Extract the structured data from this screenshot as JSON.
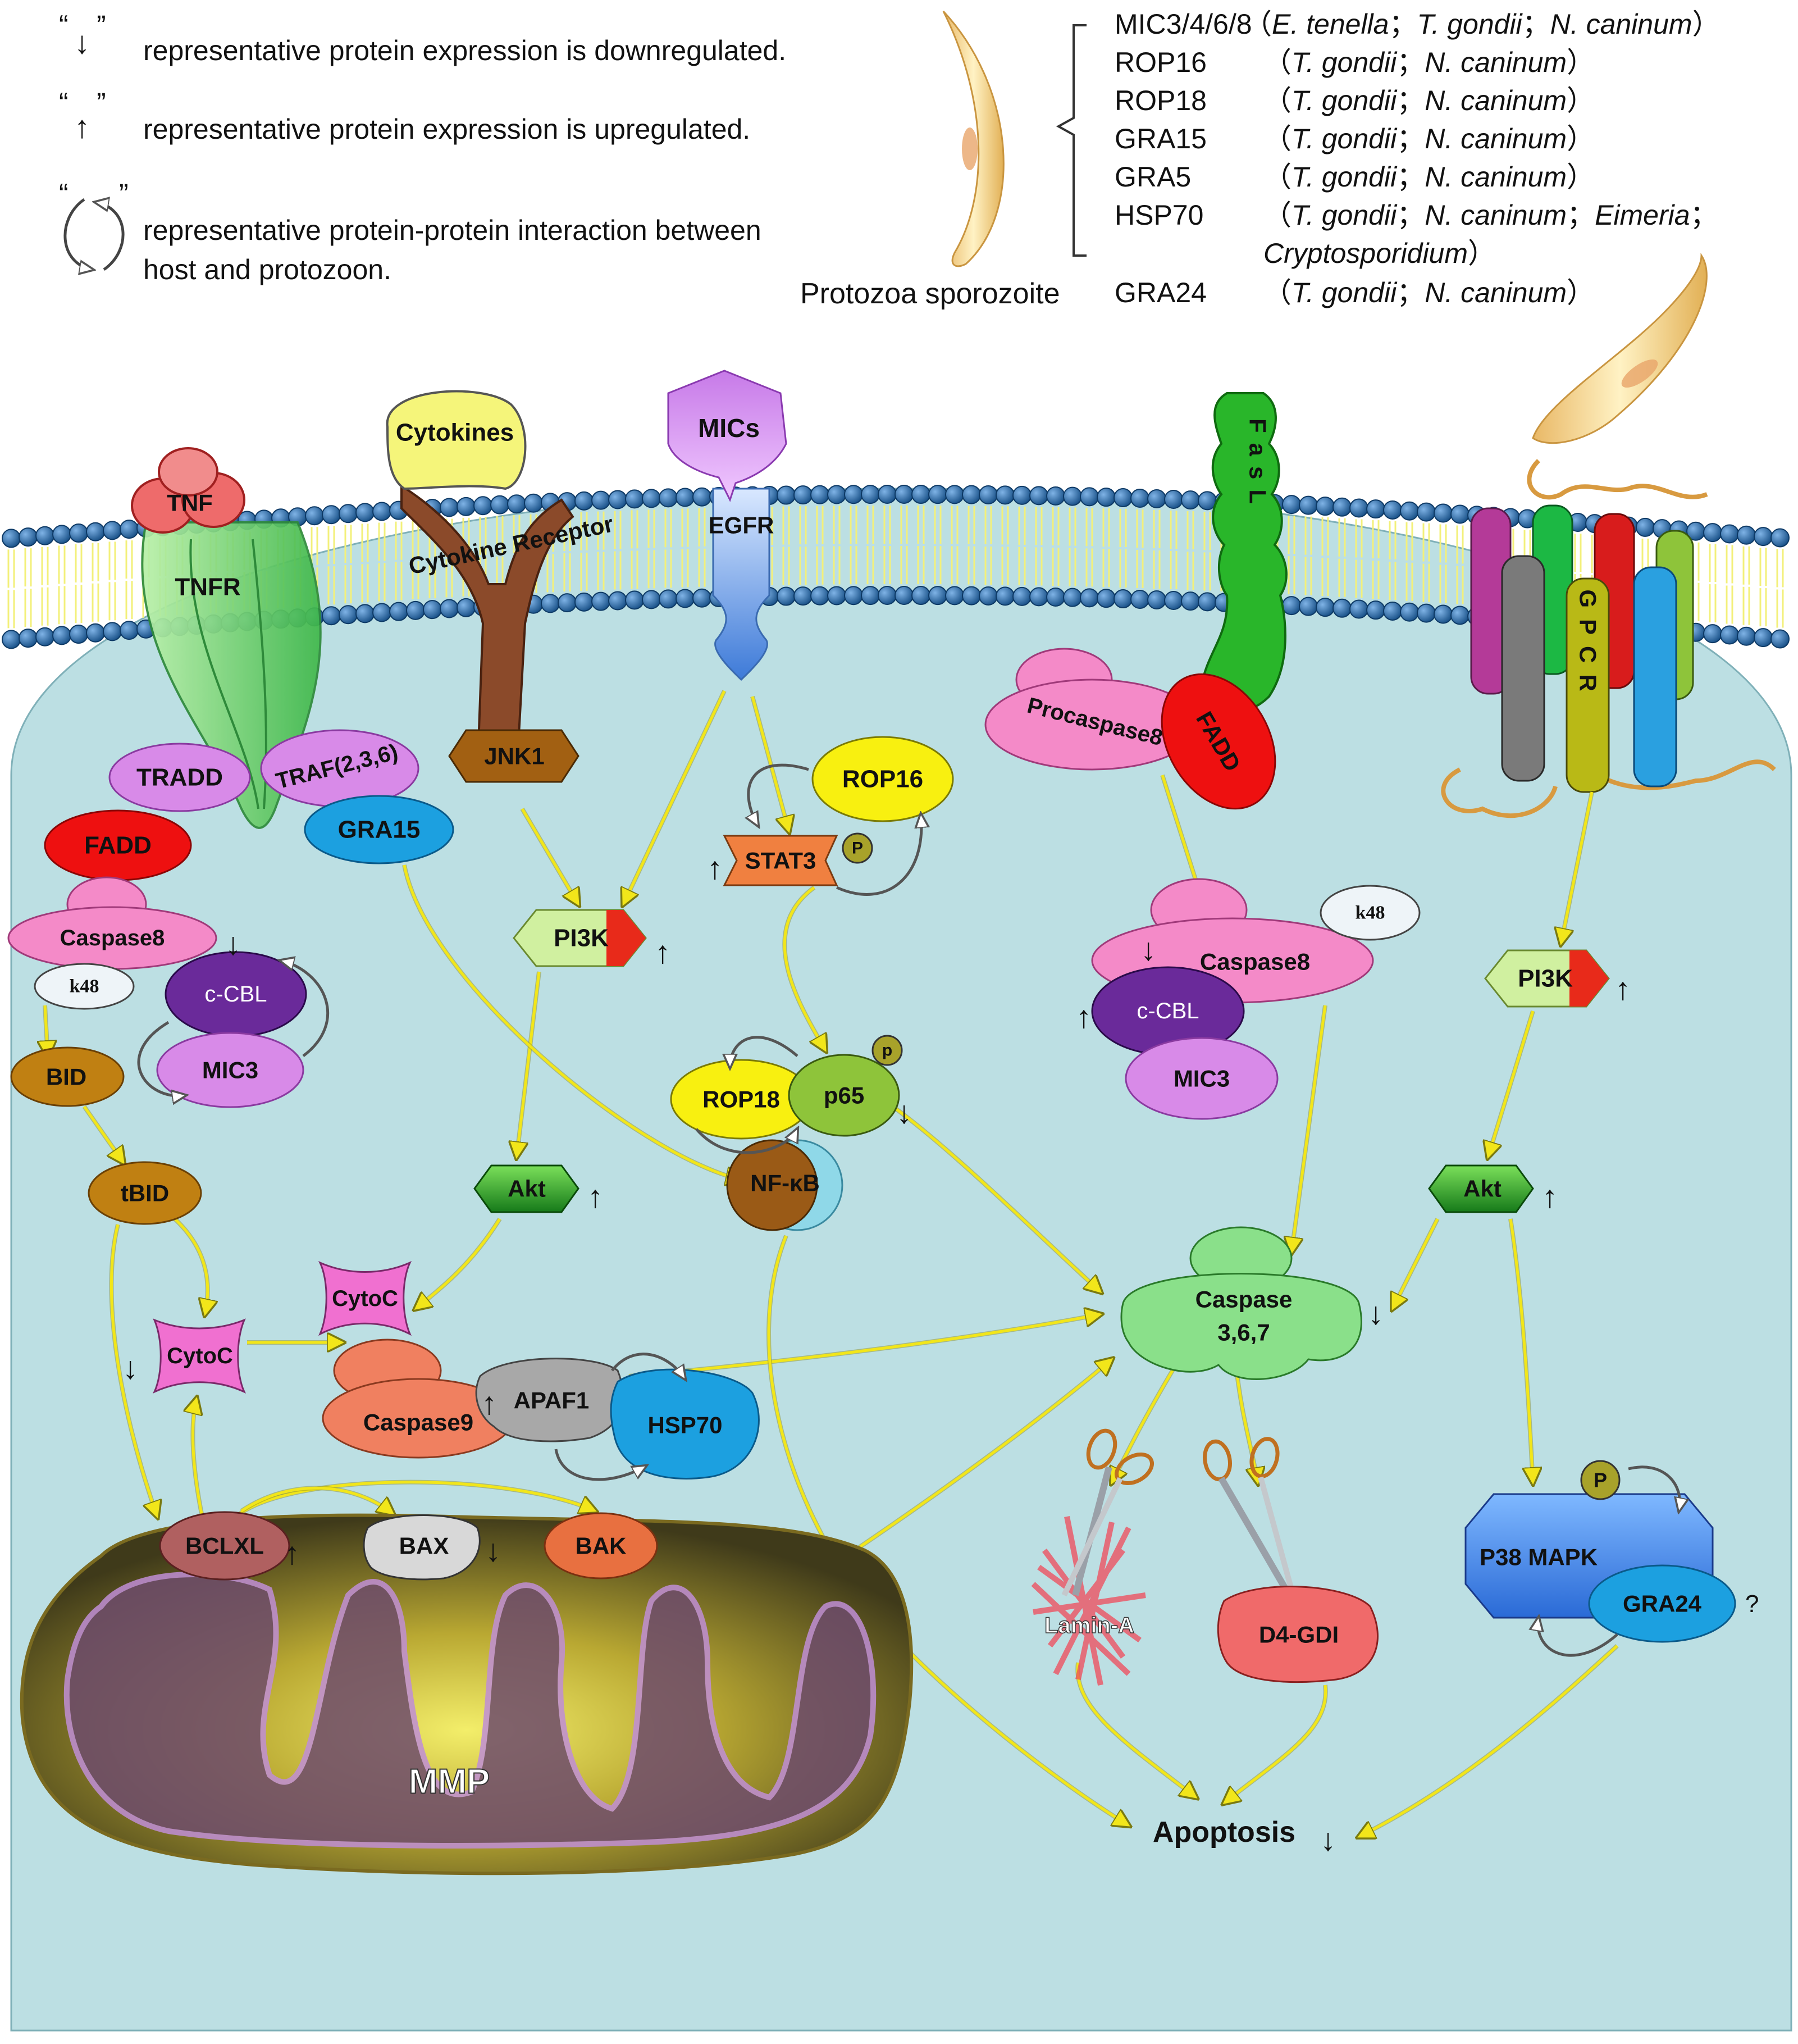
{
  "legend": {
    "down_symbol": "↓",
    "down_text": "representative protein expression is downregulated.",
    "up_symbol": "↑",
    "up_text": "representative protein expression is upregulated.",
    "interaction_text_1": "representative protein-protein interaction between",
    "interaction_text_2": "host and protozoon.",
    "open_quote": "“",
    "close_quote": "”"
  },
  "sporozoite_label": "Protozoa sporozoite",
  "species_list": [
    {
      "protein": "MIC3/4/6/8",
      "species": [
        {
          "text": "E. tenella",
          "italic": true
        },
        {
          "text": "T. gondii",
          "italic": true
        },
        {
          "text": "N. caninum",
          "italic": true
        }
      ]
    },
    {
      "protein": "ROP16",
      "species": [
        {
          "text": "T. gondii",
          "italic": true
        },
        {
          "text": "N. caninum",
          "italic": true
        }
      ]
    },
    {
      "protein": "ROP18",
      "species": [
        {
          "text": "T. gondii",
          "italic": true
        },
        {
          "text": "N. caninum",
          "italic": true
        }
      ]
    },
    {
      "protein": "GRA15",
      "species": [
        {
          "text": "T. gondii",
          "italic": true
        },
        {
          "text": "N. caninum",
          "italic": true
        }
      ]
    },
    {
      "protein": "GRA5",
      "species": [
        {
          "text": "T. gondii",
          "italic": true
        },
        {
          "text": "N. caninum",
          "italic": true
        }
      ]
    },
    {
      "protein": "HSP70",
      "species": [
        {
          "text": "T. gondii",
          "italic": true
        },
        {
          "text": "N. caninum",
          "italic": true
        },
        {
          "text": "Eimeria",
          "italic": true
        }
      ]
    },
    {
      "protein": "",
      "species": [
        {
          "text": "Cryptosporidium",
          "italic": true
        }
      ]
    },
    {
      "protein": "GRA24",
      "species": [
        {
          "text": "T. gondii",
          "italic": true
        },
        {
          "text": "N. caninum",
          "italic": true
        }
      ]
    }
  ],
  "separator": "；",
  "paren_open": "（",
  "paren_close": "）",
  "labels": {
    "tnf": "TNF",
    "tnfr": "TNFR",
    "cytokines": "Cytokines",
    "cytokine_receptor": "Cytokine Receptor",
    "mics": "MICs",
    "egfr": "EGFR",
    "fasl": "FasL",
    "gpcr": "GPCR",
    "tradd": "TRADD",
    "traf": "TRAF(2,3,6)",
    "jnk1": "JNK1",
    "gra15": "GRA15",
    "fadd_left": "FADD",
    "fadd_right": "FADD",
    "procaspase8": "Procaspase8",
    "caspase8_left": "Caspase8",
    "caspase8_right": "Caspase8",
    "k48_left": "k48",
    "k48_right": "k48",
    "ccbl_left": "c-CBL",
    "ccbl_right": "c-CBL",
    "mic3_left": "MIC3",
    "mic3_right": "MIC3",
    "bid": "BID",
    "tbid": "tBID",
    "pi3k_left": "PI3K",
    "pi3k_right": "PI3K",
    "akt_left": "Akt",
    "akt_right": "Akt",
    "rop16": "ROP16",
    "stat3": "STAT3",
    "p_stat3": "P",
    "rop18": "ROP18",
    "p65": "p65",
    "p_p65": "p",
    "nfkb": "NF-κB",
    "cytoc_upper": "CytoC",
    "cytoc_lower": "CytoC",
    "caspase9": "Caspase9",
    "apaf1": "APAF1",
    "hsp70": "HSP70",
    "caspase367_1": "Caspase",
    "caspase367_2": "3,6,7",
    "bclxl": "BCLXL",
    "bax": "BAX",
    "bak": "BAK",
    "mmp": "MMP",
    "lamin": "Lamin-A",
    "d4gdi": "D4-GDI",
    "p38": "P38 MAPK",
    "p_p38": "P",
    "gra24": "GRA24",
    "question": "?",
    "apoptosis": "Apoptosis"
  },
  "arrows": {
    "up": "↑",
    "down": "↓"
  },
  "colors": {
    "cytoplasm": "#bcdfe3",
    "membrane_head": "#1f5f9a",
    "membrane_tail": "#f3f07a",
    "arrow": "#f2e61a",
    "arrow_edge": "#8a8a1a"
  }
}
